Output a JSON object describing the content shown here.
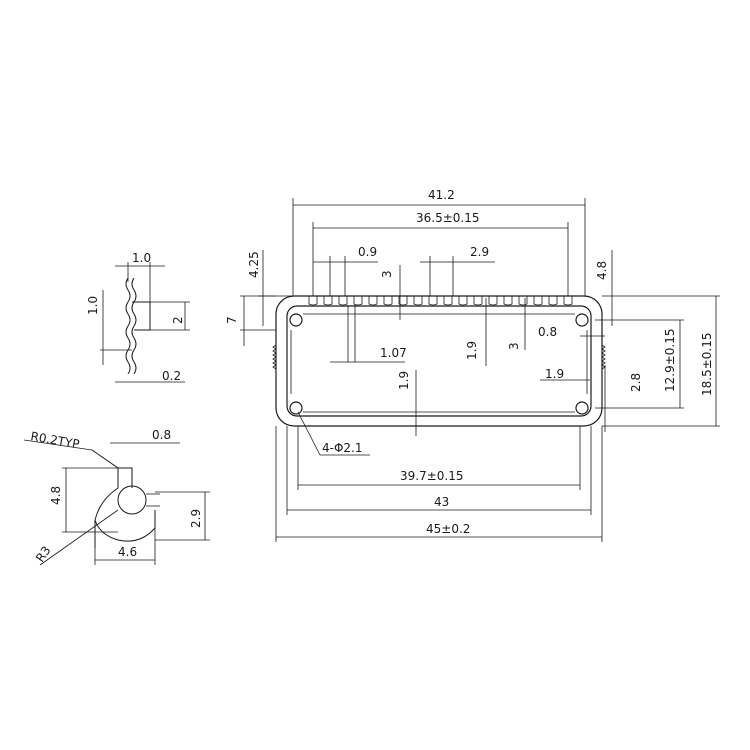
{
  "main_view": {
    "width_top": "41.2",
    "inner_top": "36.5±0.15",
    "fin_gap": "0.9",
    "slot_width": "2.9",
    "fin_depth": "3",
    "left_height": "4.25",
    "right_height": "4.8",
    "left_total": "7",
    "thickness_08": "0.8",
    "rib_107": "1.07",
    "center_19": "1.9",
    "center_3": "3",
    "mid_19": "1.9",
    "right_19": "1.9",
    "right_28": "2.8",
    "inner_height": "12.9±0.15",
    "total_height": "18.5±0.15",
    "hole_label": "4-Φ2.1",
    "bottom_inner": "39.7±0.15",
    "bottom_43": "43",
    "bottom_total": "45±0.2"
  },
  "detail_fin": {
    "top": "1.0",
    "left": "1.0",
    "right": "2",
    "bottom": "0.2"
  },
  "detail_corner": {
    "radius_typ": "R0.2TYP",
    "top": "0.8",
    "left": "4.8",
    "right": "2.9",
    "bottom": "4.6",
    "radius": "R3"
  }
}
